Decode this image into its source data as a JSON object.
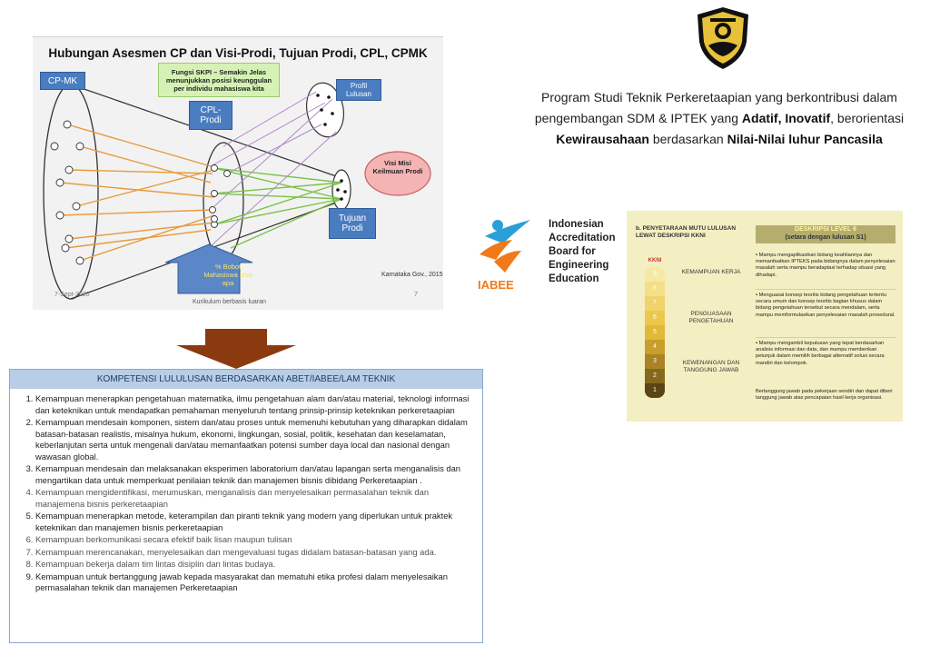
{
  "diagram": {
    "title": "Hubungan Asesmen CP dan Visi-Prodi, Tujuan Prodi, CPL, CPMK",
    "cpmk_label": "CP-MK",
    "spki_note": "Fungsi SKPI – Semakin Jelas menunjukkan posisi keunggulan per individu mahasiswa kita",
    "profil_label": "Profil Lulusan",
    "cpl_label": "CPL-Prodi",
    "visi_label": "Visi Misi Keilmuan Prodi",
    "tujuan_label": "Tujuan Prodi",
    "bobot_label": "% Bobot Mahasiswa bisa apa",
    "source": "Karnataka Gov., 2015",
    "date": "7-Sept-2020",
    "footer": "Kurikulum berbasis luaran",
    "page": "7"
  },
  "competency": {
    "header": "KOMPETENSI LULULUSAN BERDASARKAN ABET/IABEE/LAM TEKNIK",
    "items": [
      "Kemampuan menerapkan pengetahuan matematika, ilmu pengetahuan alam dan/atau material, teknologi informasi dan keteknikan untuk mendapatkan pemahaman menyeluruh tentang prinsip-prinsip keteknikan perkeretaapian",
      "Kemampuan mendesain komponen, sistem dan/atau proses untuk memenuhi kebutuhan yang diharapkan didalam batasan-batasan realistis, misalnya hukum, ekonomi, lingkungan, sosial, politik, kesehatan dan keselamatan, keberlanjutan serta untuk mengenali dan/atau memanfaatkan potensi sumber daya local dan nasional dengan wawasan global.",
      "Kemampuan mendesain dan melaksanakan eksperimen laboratorium dan/atau lapangan serta menganalisis dan mengartikan data untuk memperkuat penilaian teknik dan manajemen bisnis dibidang Perkeretaapian .",
      "Kemampuan mengidentifikasi, merumuskan, menganalisis dan menyelesaikan permasalahan teknik dan manajemena bisnis perkeretaapian",
      "Kemampuan menerapkan metode, keterampilan dan piranti teknik yang modern yang diperlukan untuk praktek keteknikan dan manajemen bisnis perkeretaapian",
      "Kemampuan berkomunikasi secara efektif baik lisan maupun tulisan",
      "Kemampuan merencanakan, menyelesaikan dan mengevaluasi tugas didalam batasan-batasan yang ada.",
      "Kemampuan bekerja dalam tim lintas disiplin dan lintas budaya.",
      " Kemampuan untuk bertanggung jawab kepada masyarakat dan mematuhi etika profesi dalam menyelesaikan permasalahan teknik dan manajemen Perkeretaapian"
    ]
  },
  "mission": {
    "part1": "Program Studi Teknik Perkeretaapian yang berkontribusi dalam pengembangan  SDM & IPTEK yang ",
    "bold1": "Adatif, Inovatif",
    "part2": ", berorientasi ",
    "bold2": "Kewirausahaan",
    "part3": " berdasarkan ",
    "bold3": "Nilai-Nilai luhur Pancasila"
  },
  "iabee": {
    "logo_text": "IABEE",
    "name_lines": [
      "Indonesian",
      "Accreditation",
      "Board for",
      "Engineering",
      "Education"
    ]
  },
  "kkni": {
    "left_title": "b. PENYETARAAN MUTU LULUSAN LEWAT DESKRIPSI KKNI",
    "right_title": "DESKRIPSI LEVEL 6",
    "right_subtitle": "(setara dengan lulusan S1)",
    "scale_label": "KKNI",
    "levels": [
      "9",
      "8",
      "7",
      "6",
      "5",
      "4",
      "3",
      "2",
      "1"
    ],
    "cat1": "KEMAMPUAN KERJA",
    "cat2": "PENGUASAAN PENGETAHUAN",
    "cat3": "KEWENANGAN DAN TANGGUNG JAWAB",
    "desc1": "Mampu mengaplikasikan bidang keahliannya dan memanfaatkan IPTEKS pada bidangnya dalam penyelesaian masalah serta mampu beradaptasi terhadap situasi yang dihadapi.",
    "desc2": "Menguasai konsep teoritis bidang pengetahuan tertentu secara umum dan konsep teoritis bagian khusus dalam bidang pengetahuan tersebut secara mendalam, serta mampu memformulasikan penyelesaian masalah prosedural.",
    "desc3a": "Mampu mengambil keputusan yang tepat berdasarkan analisis informasi dan data, dan mampu memberikan petunjuk dalam memilih berbagai alternatif solusi secara mandiri dan kelompok.",
    "desc3b": "Bertanggung jawab pada pekerjaan sendiri dan dapat diberi tanggung jawab atas pencapaian hasil kerja organisasi."
  },
  "colors": {
    "blue_box": "#4a7cc0",
    "arrow_brown": "#8b3a0f",
    "header_blue": "#b8cde6",
    "kkni_bg": "#f4efc2"
  }
}
